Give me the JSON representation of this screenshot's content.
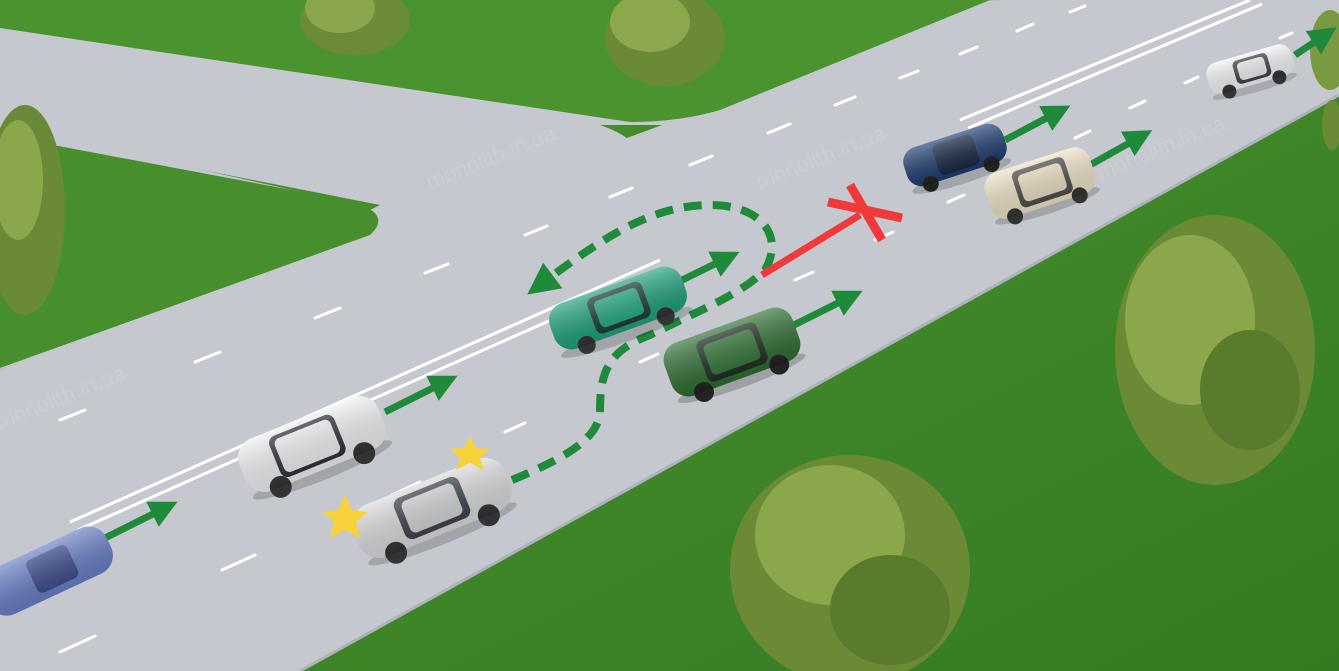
{
  "watermark": "monolith.in.ua",
  "colors": {
    "grass": "#3f8a2c",
    "grass_light": "#5da23e",
    "road": "#c5c8cf",
    "road_edge": "#b3b7bf",
    "lane_mark": "#ffffff",
    "path_arrow": "#1e8a3a",
    "forbidden": "#f03a3a",
    "hazard_light": "#f8d23a",
    "tree": "#6f8f3a"
  },
  "vehicles": [
    {
      "id": "white-hatchback",
      "color": "#f2f2f2",
      "role": "same-direction"
    },
    {
      "id": "silver-sedan",
      "color": "#dcdcdc",
      "role": "subject-hazards"
    },
    {
      "id": "teal-sedan",
      "color": "#1fa17c",
      "role": "same-direction"
    },
    {
      "id": "green-hatchback",
      "color": "#2e6e32",
      "role": "same-direction"
    },
    {
      "id": "blue-sedan",
      "color": "#1e3c70",
      "role": "same-direction"
    },
    {
      "id": "cream-minivan",
      "color": "#efe4c8",
      "role": "same-direction"
    },
    {
      "id": "white-distant-sedan",
      "color": "#f5f5f5",
      "role": "same-direction"
    },
    {
      "id": "blue-convertible",
      "color": "#6a7fc7",
      "role": "same-direction"
    }
  ],
  "icons": {
    "forbidden_mark": "x-cross-icon",
    "direction": "arrow-icon",
    "hazard": "hazard-star-icon"
  }
}
